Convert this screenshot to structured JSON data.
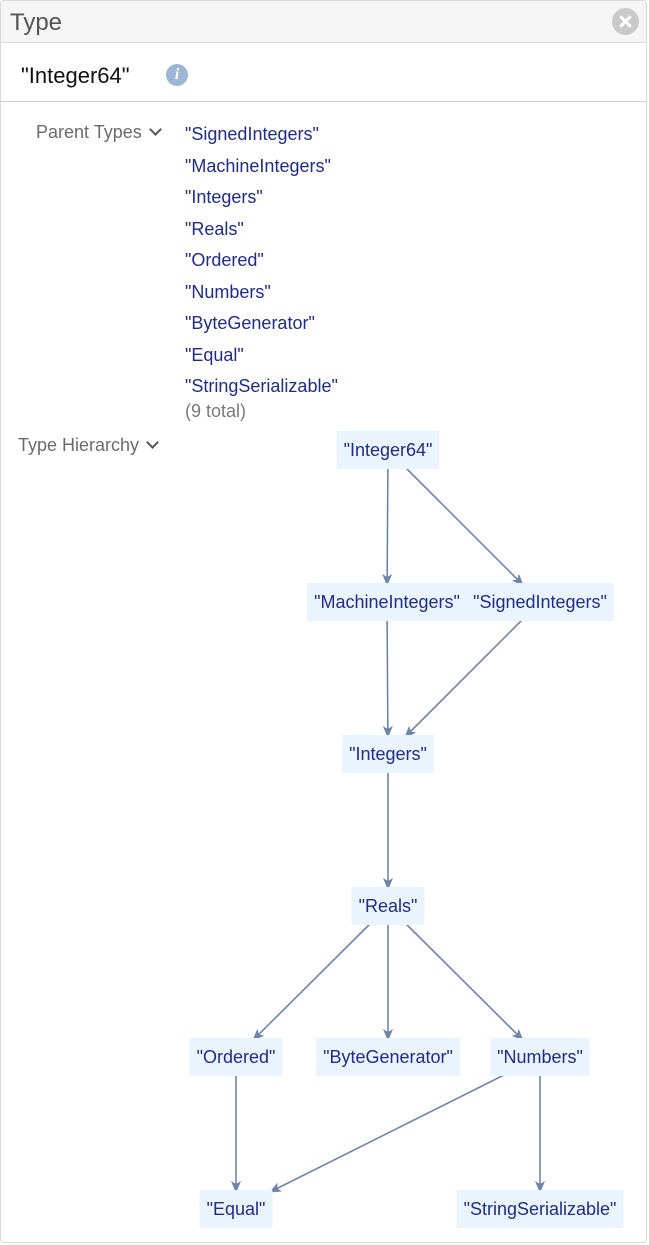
{
  "window": {
    "title": "Type",
    "close_icon": "close-circle-icon"
  },
  "entity": {
    "name": "\"Integer64\"",
    "info_icon": "info-icon"
  },
  "parent_types": {
    "label": "Parent Types",
    "items": [
      "\"SignedIntegers\"",
      "\"MachineIntegers\"",
      "\"Integers\"",
      "\"Reals\"",
      "\"Ordered\"",
      "\"Numbers\"",
      "\"ByteGenerator\"",
      "\"Equal\"",
      "\"StringSerializable\""
    ],
    "total": "(9 total)"
  },
  "type_hierarchy": {
    "label": "Type Hierarchy",
    "nodes": [
      {
        "id": "int64",
        "label": "\"Integer64\""
      },
      {
        "id": "machine",
        "label": "\"MachineIntegers\""
      },
      {
        "id": "signed",
        "label": "\"SignedIntegers\""
      },
      {
        "id": "integers",
        "label": "\"Integers\""
      },
      {
        "id": "reals",
        "label": "\"Reals\""
      },
      {
        "id": "ordered",
        "label": "\"Ordered\""
      },
      {
        "id": "bytegen",
        "label": "\"ByteGenerator\""
      },
      {
        "id": "numbers",
        "label": "\"Numbers\""
      },
      {
        "id": "equal",
        "label": "\"Equal\""
      },
      {
        "id": "stringser",
        "label": "\"StringSerializable\""
      }
    ],
    "edges": [
      [
        "int64",
        "machine"
      ],
      [
        "int64",
        "signed"
      ],
      [
        "machine",
        "integers"
      ],
      [
        "signed",
        "integers"
      ],
      [
        "integers",
        "reals"
      ],
      [
        "reals",
        "ordered"
      ],
      [
        "reals",
        "bytegen"
      ],
      [
        "reals",
        "numbers"
      ],
      [
        "ordered",
        "equal"
      ],
      [
        "numbers",
        "equal"
      ],
      [
        "numbers",
        "stringser"
      ]
    ],
    "colors": {
      "node_fill": "#eaf4fe",
      "node_text": "#1f2c8a",
      "edge": "#6f85a8"
    }
  }
}
